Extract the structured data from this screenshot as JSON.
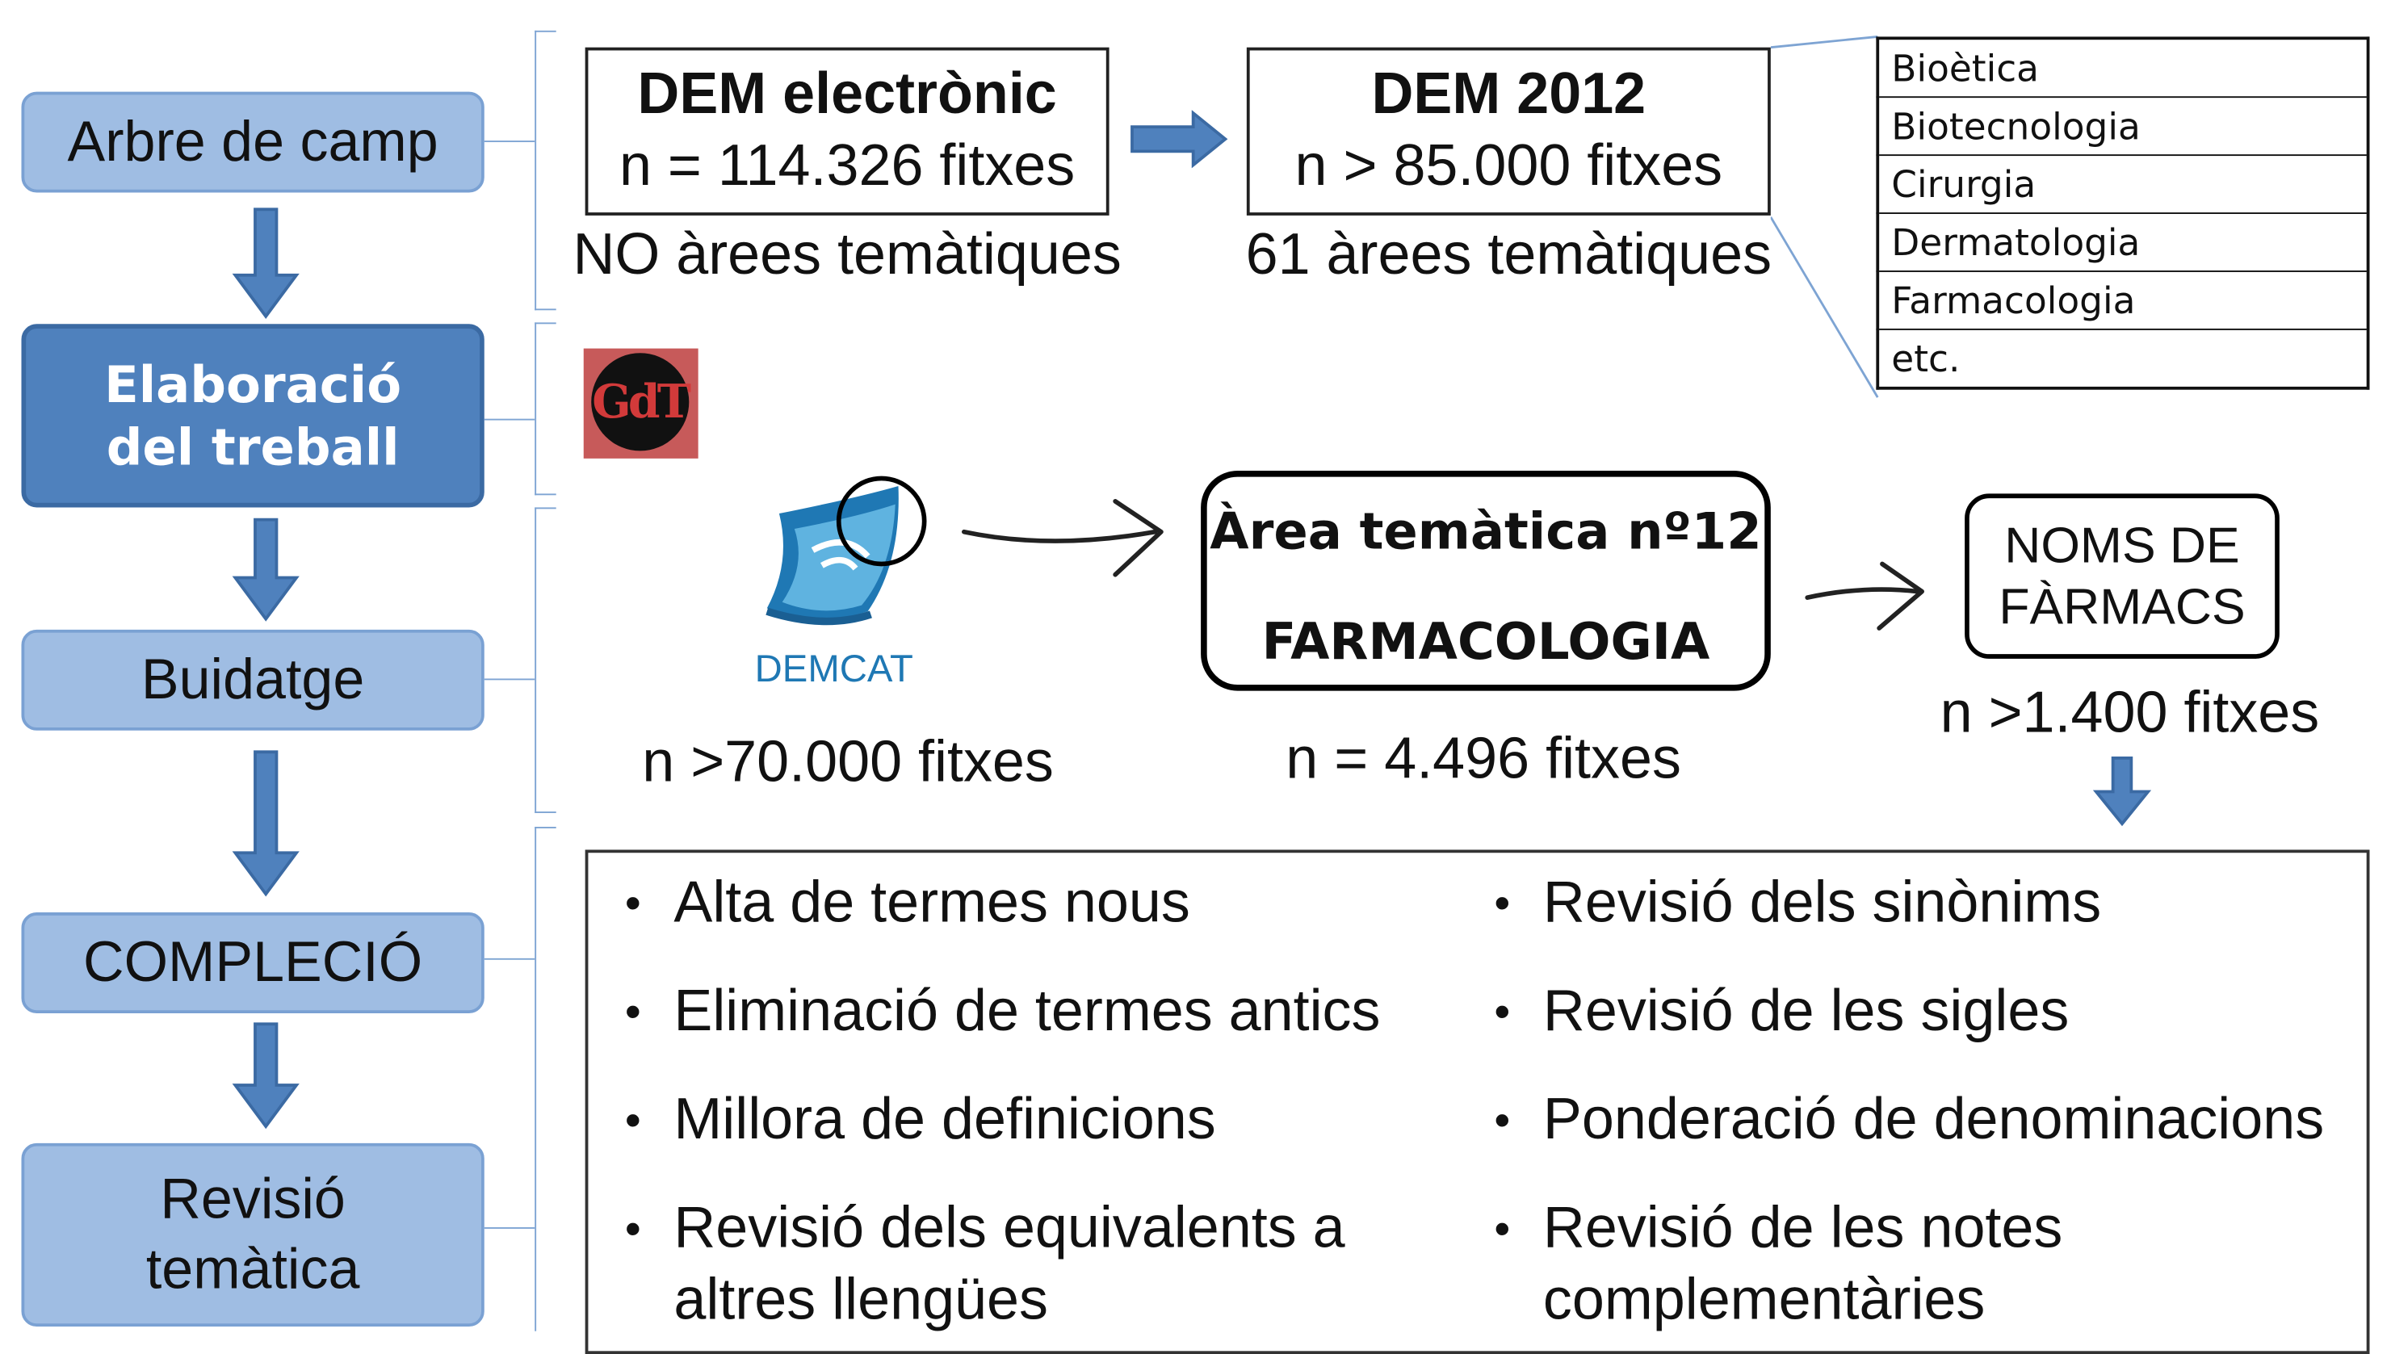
{
  "steps": {
    "arbre": "Arbre de camp",
    "elaboracio": "Elaboració del treball",
    "buidatge": "Buidatge",
    "complecio": "COMPLECIÓ",
    "revisio": "Revisió temàtica"
  },
  "dem_electronic": {
    "title": "DEM electrònic",
    "count": "n = 114.326 fitxes",
    "note": "NO àrees temàtiques"
  },
  "dem_2012": {
    "title": "DEM 2012",
    "count": "n > 85.000 fitxes",
    "note": "61 àrees temàtiques"
  },
  "areas": [
    "Bioètica",
    "Biotecnologia",
    "Cirurgia",
    "Dermatologia",
    "Farmacologia",
    "etc."
  ],
  "gdt_logo": "GdT",
  "demcat": {
    "label": "DEMCAT",
    "count": "n >70.000 fitxes"
  },
  "area12": {
    "line1": "Àrea temàtica nº12",
    "line2": "FARMACOLOGIA",
    "count": "n = 4.496 fitxes"
  },
  "noms": {
    "line1": "NOMS DE",
    "line2": "FÀRMACS",
    "count": "n >1.400 fitxes"
  },
  "tasks_left": [
    "Alta de termes nous",
    "Eliminació de termes antics",
    "Millora de definicions",
    "Revisió dels equivalents a altres llengües"
  ],
  "tasks_right": [
    "Revisió dels sinònims",
    "Revisió de les sigles",
    "Ponderació de denominacions",
    "Revisió de les notes complementàries"
  ],
  "colors": {
    "step_fill": "#9fbde3",
    "step_active": "#4f81bd",
    "arrow": "#4f81bd"
  }
}
